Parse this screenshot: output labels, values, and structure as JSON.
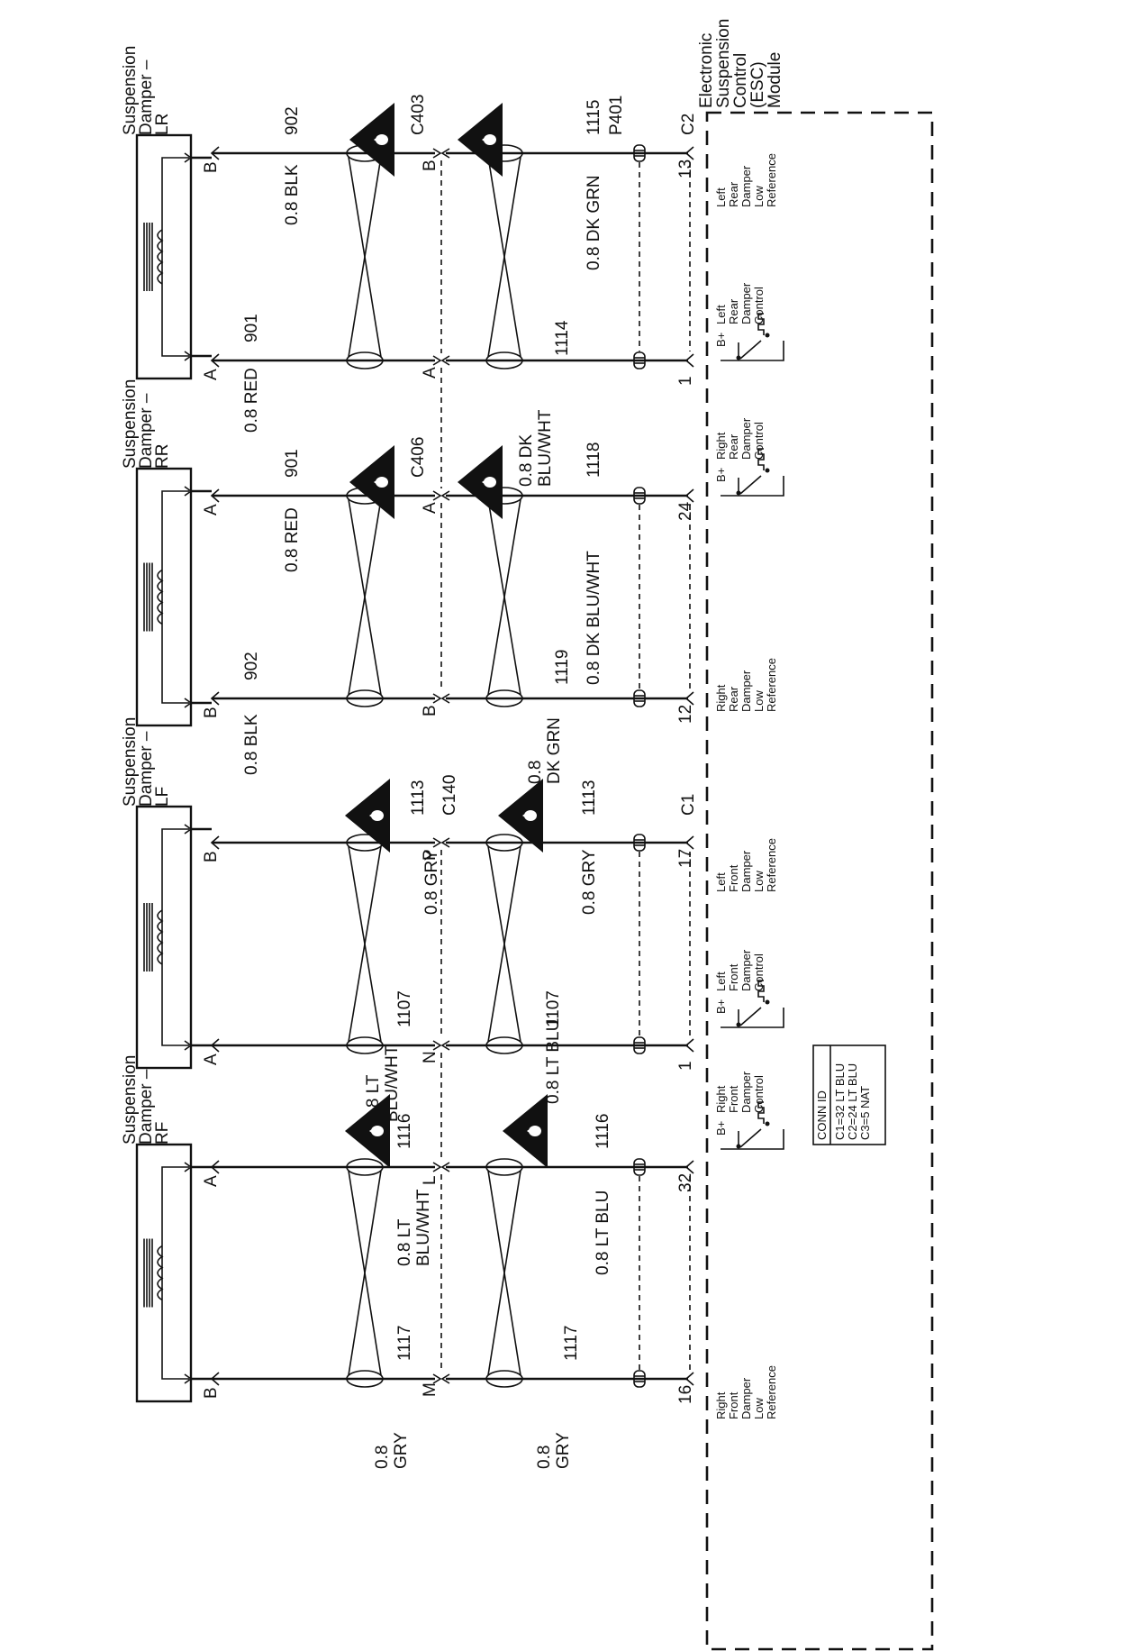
{
  "module": {
    "title": [
      "Electronic",
      "Suspension",
      "Control",
      "(ESC)",
      "Module"
    ]
  },
  "conn_id": {
    "title": "CONN ID",
    "rows": [
      "C1=32 LT BLU",
      "C2=24 LT BLU",
      "C3=5 NAT"
    ]
  },
  "dampers": [
    {
      "title": [
        "Suspension",
        "Damper –",
        "LR"
      ]
    },
    {
      "title": [
        "Suspension",
        "Damper –",
        "RR"
      ]
    },
    {
      "title": [
        "Suspension",
        "Damper –",
        "LF"
      ]
    },
    {
      "title": [
        "Suspension",
        "Damper –",
        "RF"
      ]
    }
  ],
  "connectors": [
    "C403",
    "C406",
    "C140",
    "P401",
    "C1",
    "C2"
  ],
  "wires": [
    {
      "pin": "B",
      "circuit": "902",
      "color": "0.8 BLK",
      "inline_pin": "B",
      "color2": "0.8 DK GRN",
      "circuit2": "1115",
      "esc_pin": "13"
    },
    {
      "pin": "A",
      "circuit": "901",
      "color": "0.8 RED",
      "inline_pin": "A",
      "color2": [
        "0.8 DK",
        "BLU/WHT"
      ],
      "circuit2": "1114",
      "esc_pin": "1"
    },
    {
      "pin": "A",
      "circuit": "901",
      "color": "0.8 RED",
      "inline_pin": "A",
      "color2": "0.8 DK BLU/WHT",
      "circuit2": "1118",
      "esc_pin": "24"
    },
    {
      "pin": "B",
      "circuit": "902",
      "color": "0.8 BLK",
      "inline_pin": "B",
      "color2": [
        "0.8",
        "DK GRN"
      ],
      "circuit2": "1119",
      "esc_pin": "12"
    },
    {
      "pin": "B",
      "circuit": "1113",
      "color": "0.8 GRY",
      "inline_pin": "P",
      "color2": "0.8 GRY",
      "circuit2": "1113",
      "esc_pin": "17"
    },
    {
      "pin": "A",
      "circuit": "1107",
      "color": [
        "0.8 LT",
        "BLU/WHT"
      ],
      "inline_pin": "N",
      "color2": "0.8 LT BLU",
      "circuit2": "1107",
      "esc_pin": "1"
    },
    {
      "pin": "A",
      "circuit": "1116",
      "color": [
        "0.8 LT",
        "BLU/WHT"
      ],
      "inline_pin": "L",
      "color2": "0.8 LT BLU",
      "circuit2": "1116",
      "esc_pin": "32"
    },
    {
      "pin": "B",
      "circuit": "1117",
      "color": [
        "0.8",
        "GRY"
      ],
      "inline_pin": "M",
      "color2": [
        "0.8",
        "GRY"
      ],
      "circuit2": "1117",
      "esc_pin": "16"
    }
  ],
  "esc_functions": [
    [
      "Left",
      "Rear",
      "Damper",
      "Low",
      "Reference"
    ],
    [
      "Left",
      "Rear",
      "Damper",
      "Control"
    ],
    [
      "Right",
      "Rear",
      "Damper",
      "Control"
    ],
    [
      "Right",
      "Rear",
      "Damper",
      "Low",
      "Reference"
    ],
    [
      "Left",
      "Front",
      "Damper",
      "Low",
      "Reference"
    ],
    [
      "Left",
      "Front",
      "Damper",
      "Control"
    ],
    [
      "Right",
      "Front",
      "Damper",
      "Control"
    ],
    [
      "Right",
      "Front",
      "Damper",
      "Low",
      "Reference"
    ]
  ],
  "bplus": "B+"
}
